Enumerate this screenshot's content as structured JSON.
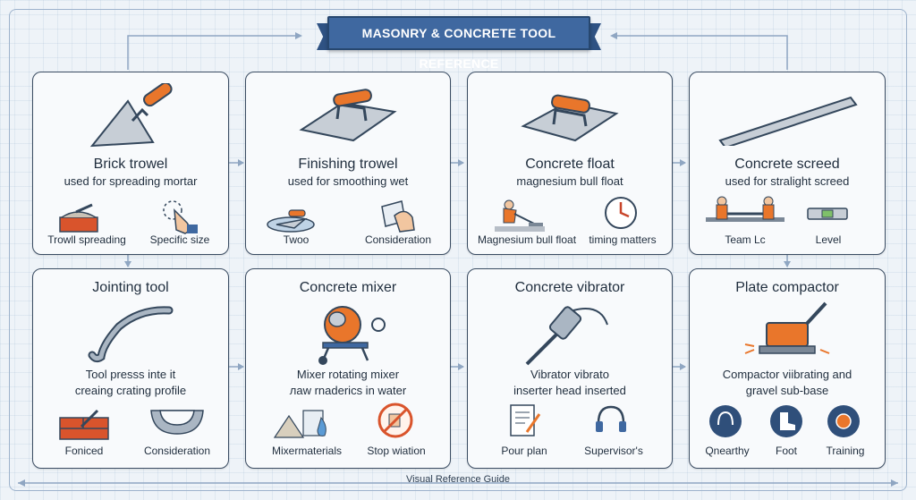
{
  "title": "MASONRY & CONCRETE TOOL REFERENCE",
  "footer": "Visual Reference Guide",
  "cards": [
    {
      "title": "Brick trowel",
      "subtitle": "used for spreading mortar",
      "items": [
        "Trowll spreading",
        "Specific size"
      ]
    },
    {
      "title": "Finishing trowel",
      "subtitle": "used for smoothing wet",
      "items": [
        "Twoo",
        "Consideration"
      ]
    },
    {
      "title": "Concrete float",
      "subtitle": "magnesium bull float",
      "items": [
        "Magnesium bull float",
        "timing matters"
      ]
    },
    {
      "title": "Concrete screed",
      "subtitle": "used for stralight screed",
      "items": [
        "Team Lc",
        "Level"
      ]
    },
    {
      "title": "Jointing tool",
      "subtitle": "Tool presss inte it",
      "subtitle2": "creaing crating profile",
      "items": [
        "Foniced",
        "Consideration"
      ]
    },
    {
      "title": "Concrete mixer",
      "subtitle": "Mixer rotating mixer",
      "subtitle2": "лaw rnaderics in water",
      "items": [
        "Mixermaterials",
        "Stop wiation"
      ]
    },
    {
      "title": "Concrete vibrator",
      "subtitle": "Vibrator vibrato",
      "subtitle2": "inserter head inserted",
      "items": [
        "Pour plan",
        "Supervisor's"
      ]
    },
    {
      "title": "Plate compactor",
      "subtitle": "Compactor viibrating and",
      "subtitle2": "gravel sub-base",
      "items": [
        "Qnearthy",
        "Foot",
        "Training"
      ]
    }
  ]
}
